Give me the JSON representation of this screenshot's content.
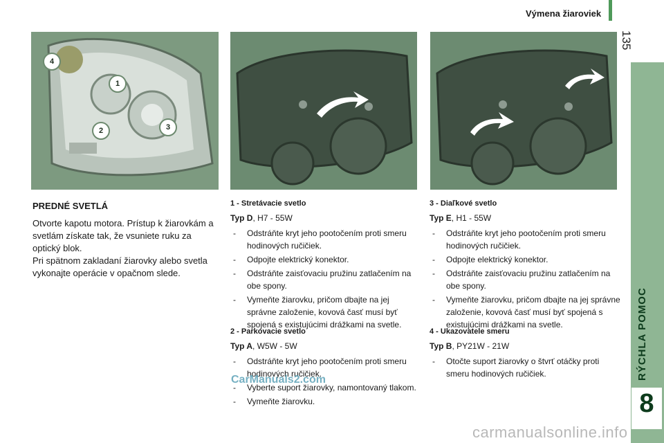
{
  "header": {
    "title": "Výmena žiaroviek",
    "page_number": "135"
  },
  "side_tab": {
    "label": "RÝCHLA POMOC",
    "chapter": "8"
  },
  "image1": {
    "badges": [
      "4",
      "1",
      "2",
      "3"
    ]
  },
  "left": {
    "heading": "PREDNÉ SVETLÁ",
    "paragraphs": [
      "Otvorte kapotu motora. Prístup k žiarovkám a svetlám získate tak, že vsuniete ruku za optický blok.",
      "Pri spätnom zakladaní žiarovky alebo svetla vykonajte operácie v opačnom slede."
    ]
  },
  "section1": {
    "title": "1 - Stretávacie svetlo",
    "type_label": "Typ D",
    "type_value": ", H7 - 55W",
    "steps": [
      "Odstráňte kryt jeho pootočením proti smeru hodinových ručičiek.",
      "Odpojte elektrický konektor.",
      "Odstráňte zaisťovaciu pružinu zatlačením na obe spony.",
      "Vymeňte žiarovku, pričom dbajte na jej správne založenie, kovová časť musí byť spojená s existujúcimi drážkami na svetle."
    ]
  },
  "section2": {
    "title": "2 - Parkovacie svetlo",
    "type_label": "Typ A",
    "type_value": ", W5W - 5W",
    "steps": [
      "Odstráňte kryt jeho pootočením proti smeru hodinových ručičiek.",
      "Vyberte suport žiarovky, namontovaný tlakom.",
      "Vymeňte žiarovku."
    ]
  },
  "section3": {
    "title": "3 - Diaľkové svetlo",
    "type_label": "Typ E",
    "type_value": ", H1 - 55W",
    "steps": [
      "Odstráňte kryt jeho pootočením proti smeru hodinových ručičiek.",
      "Odpojte elektrický konektor.",
      "Odstráňte zaisťovaciu pružinu zatlačením na obe spony.",
      "Vymeňte žiarovku, pričom dbajte na jej správne založenie, kovová časť musí byť spojená s existujúcimi drážkami na svetle."
    ]
  },
  "section4": {
    "title": "4 - Ukazovatele smeru",
    "type_label": "Typ B",
    "type_value": ", PY21W - 21W",
    "steps": [
      "Otočte suport žiarovky o štvrť otáčky proti smeru hodinových ručičiek."
    ]
  },
  "watermarks": {
    "top": "CarManuals2.com",
    "bottom": "carmanualsonline.info"
  },
  "colors": {
    "accent_green": "#4f9a5a",
    "tab_green": "#8fb694",
    "dark_green": "#0d3b1c"
  }
}
